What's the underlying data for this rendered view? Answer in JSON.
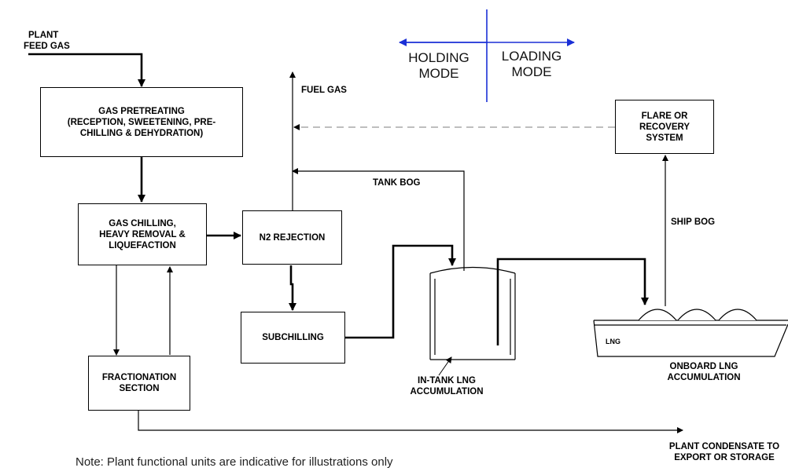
{
  "labels": {
    "plant_feed_gas": [
      "PLANT",
      "FEED GAS"
    ],
    "fuel_gas": "FUEL GAS",
    "tank_bog": "TANK BOG",
    "ship_bog": "SHIP BOG",
    "in_tank": [
      "IN-TANK LNG",
      "ACCUMULATION"
    ],
    "onboard": [
      "ONBOARD LNG",
      "ACCUMULATION"
    ],
    "condensate": [
      "PLANT CONDENSATE TO",
      "EXPORT OR STORAGE"
    ],
    "lng": "LNG"
  },
  "boxes": {
    "pretreating": [
      "GAS PRETREATING",
      "(RECEPTION, SWEETENING, PRE-",
      "CHILLING & DEHYDRATION)"
    ],
    "chilling": [
      "GAS CHILLING,",
      "HEAVY REMOVAL &",
      "LIQUEFACTION"
    ],
    "n2": [
      "N2 REJECTION"
    ],
    "subchilling": [
      "SUBCHILLING"
    ],
    "fractionation": [
      "FRACTIONATION",
      "SECTION"
    ],
    "flare": [
      "FLARE OR",
      "RECOVERY",
      "SYSTEM"
    ]
  },
  "modes": {
    "holding": [
      "HOLDING",
      "MODE"
    ],
    "loading": [
      "LOADING",
      "MODE"
    ]
  },
  "note": "Note: Plant functional units are indicative for illustrations only",
  "colors": {
    "line": "#000000",
    "mode_axis": "#1a2fd6",
    "dashed": "#a8a8a8"
  }
}
